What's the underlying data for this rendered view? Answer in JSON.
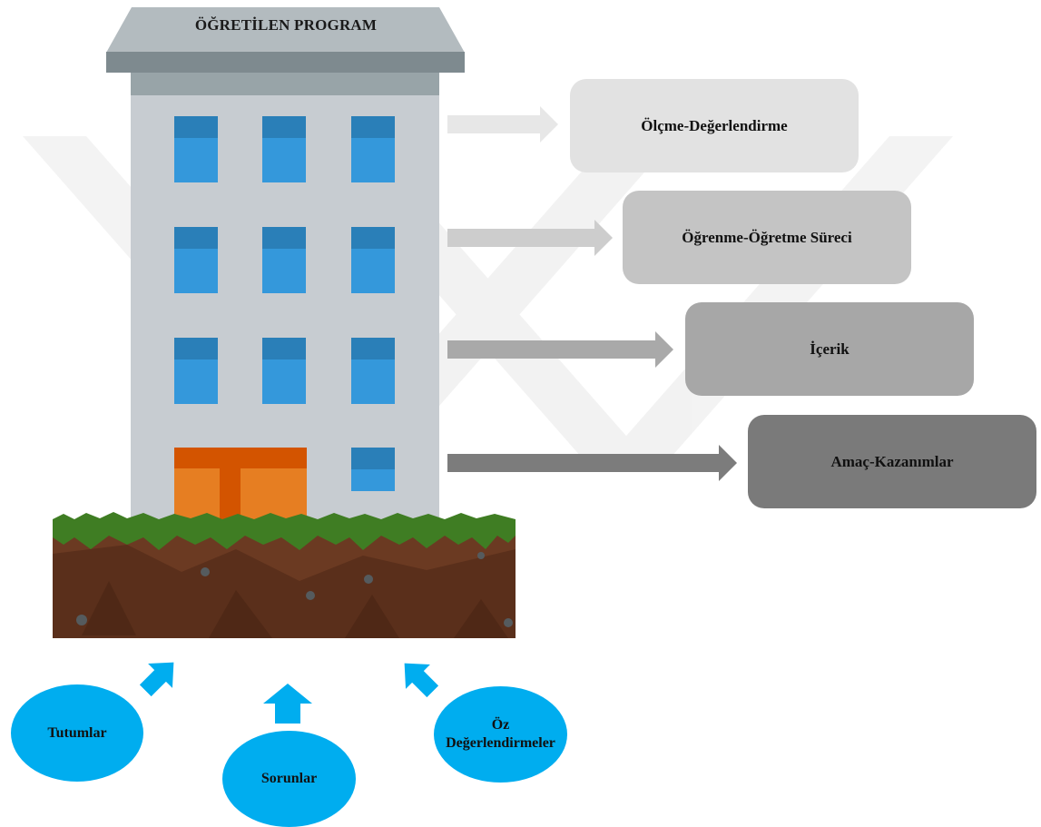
{
  "building": {
    "title": "ÖĞRETİLEN PROGRAM"
  },
  "layers": [
    {
      "label": "Ölçme-Değerlendirme",
      "color": "#e2e2e2"
    },
    {
      "label": "Öğrenme-Öğretme Süreci",
      "color": "#c4c4c4"
    },
    {
      "label": "İçerik",
      "color": "#a7a7a7"
    },
    {
      "label": "Amaç-Kazanımlar",
      "color": "#7a7a7a"
    }
  ],
  "foundations": [
    {
      "label": "Tutumlar"
    },
    {
      "label": "Sorunlar"
    },
    {
      "label_line1": "Öz",
      "label_line2": "Değerlendirmeler"
    }
  ],
  "colors": {
    "window": "#3498db",
    "window_top": "#2a7fb8",
    "door": "#e67e22",
    "door_top": "#d35400",
    "wall": "#c7ccd1",
    "roof": "#aab2b7",
    "soil": "#6b3a22",
    "grass": "#3f7d23",
    "accent": "#00adef"
  }
}
